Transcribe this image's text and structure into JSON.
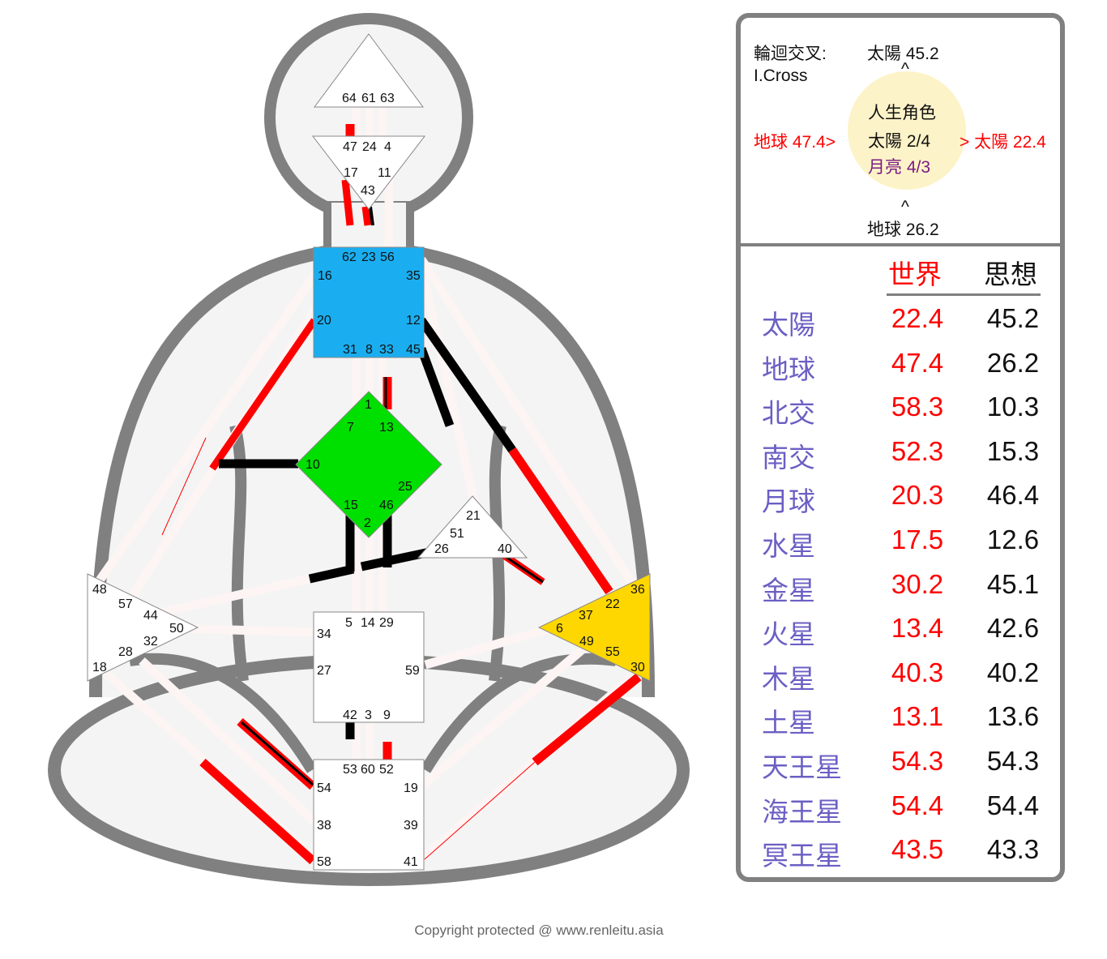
{
  "bodygraph": {
    "head_gates": [
      "64",
      "61",
      "63"
    ],
    "ajna_gates": [
      "47",
      "24",
      "4",
      "17",
      "11",
      "43"
    ],
    "throat_gates": [
      "62",
      "23",
      "56",
      "16",
      "35",
      "20",
      "12",
      "31",
      "8",
      "33",
      "45"
    ],
    "g_gates": [
      "1",
      "7",
      "13",
      "10",
      "25",
      "15",
      "46",
      "2"
    ],
    "ego_gates": [
      "21",
      "51",
      "26",
      "40"
    ],
    "spleen_gates": [
      "48",
      "57",
      "44",
      "50",
      "28",
      "32",
      "18"
    ],
    "sacral_gates": [
      "5",
      "14",
      "29",
      "34",
      "27",
      "59",
      "42",
      "3",
      "9"
    ],
    "solar_gates": [
      "36",
      "22",
      "37",
      "6",
      "49",
      "55",
      "30"
    ],
    "root_gates": [
      "53",
      "60",
      "52",
      "54",
      "19",
      "38",
      "39",
      "58",
      "41"
    ],
    "colors": {
      "outline": "#808080",
      "throat": "#1aaef0",
      "g_center": "#00e000",
      "solar_plexus": "#ffd700",
      "personality": "#000000",
      "design": "#ff0000"
    }
  },
  "incarnation_cross": {
    "label_cn": "輪迴交叉:",
    "label_en": "I.Cross",
    "top": "太陽 45.2",
    "top_caret": "^",
    "left": "地球 47.4>",
    "right": "> 太陽 22.4",
    "bottom_caret": "^",
    "bottom": "地球 26.2",
    "role_title": "人生角色",
    "role_sun": "太陽 2/4",
    "role_moon": "月亮 4/3"
  },
  "planet_table": {
    "col_world": "世界",
    "col_mind": "思想",
    "rows": [
      {
        "planet": "太陽",
        "world": "22.4",
        "mind": "45.2"
      },
      {
        "planet": "地球",
        "world": "47.4",
        "mind": "26.2"
      },
      {
        "planet": "北交",
        "world": "58.3",
        "mind": "10.3"
      },
      {
        "planet": "南交",
        "world": "52.3",
        "mind": "15.3"
      },
      {
        "planet": "月球",
        "world": "20.3",
        "mind": "46.4"
      },
      {
        "planet": "水星",
        "world": "17.5",
        "mind": "12.6"
      },
      {
        "planet": "金星",
        "world": "30.2",
        "mind": "45.1"
      },
      {
        "planet": "火星",
        "world": "13.4",
        "mind": "42.6"
      },
      {
        "planet": "木星",
        "world": "40.3",
        "mind": "40.2"
      },
      {
        "planet": "土星",
        "world": "13.1",
        "mind": "13.6"
      },
      {
        "planet": "天王星",
        "world": "54.3",
        "mind": "54.3"
      },
      {
        "planet": "海王星",
        "world": "54.4",
        "mind": "54.4"
      },
      {
        "planet": "冥王星",
        "world": "43.5",
        "mind": "43.3"
      }
    ]
  },
  "footer": {
    "copyright": "Copyright protected @ www.renleitu.asia"
  }
}
